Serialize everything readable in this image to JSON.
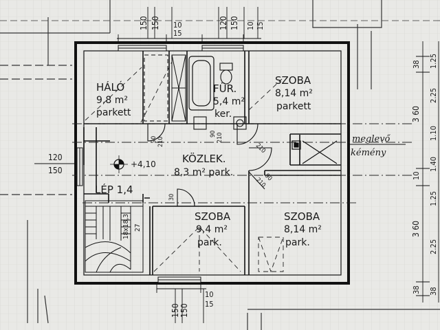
{
  "rooms": {
    "halo": {
      "name": "HÁLÓ",
      "area": "9,8 m²",
      "floor": "parkett"
    },
    "furdo": {
      "name": "FÜR.",
      "area": "5,4 m²",
      "floor": "ker."
    },
    "szoba_top": {
      "name": "SZOBA",
      "area": "8,14 m²",
      "floor": "parkett"
    },
    "kozlek": {
      "name": "KÖZLEK.",
      "area": "8,3 m² park."
    },
    "lep": {
      "name": "LÉP 1,4"
    },
    "szoba_mid": {
      "name": "SZOBA",
      "area": "9,4 m²",
      "floor": "park."
    },
    "szoba_right": {
      "name": "SZOBA",
      "area": "8,14 m²",
      "floor": "park."
    }
  },
  "level": "+4,10",
  "chimney_note": [
    "meglevő",
    "kémény"
  ],
  "stair_note": [
    "18x18,3",
    "27"
  ],
  "dims": {
    "top_w1": [
      "150",
      "150"
    ],
    "top_w2": [
      "10",
      "15"
    ],
    "top_w3": [
      "120",
      "150"
    ],
    "top_w4": [
      "10",
      "15"
    ],
    "left": [
      "120",
      "150"
    ],
    "bottom_w1": [
      "150",
      "150"
    ],
    "bottom_w2": [
      "10",
      "15"
    ],
    "door_210_a": "210",
    "door_210_b": "210",
    "door_210_c": "210",
    "door_210_d": "210",
    "door_90_a": "90",
    "door_90_b": "90",
    "door_90_c": "90",
    "door_30": "30",
    "right_col1": [
      "38",
      "3 60",
      "10",
      "3 60",
      "38"
    ],
    "right_col2": [
      "1.25",
      "2.25",
      "1.10",
      "1.40",
      "1.25",
      "2.25",
      "38"
    ]
  }
}
